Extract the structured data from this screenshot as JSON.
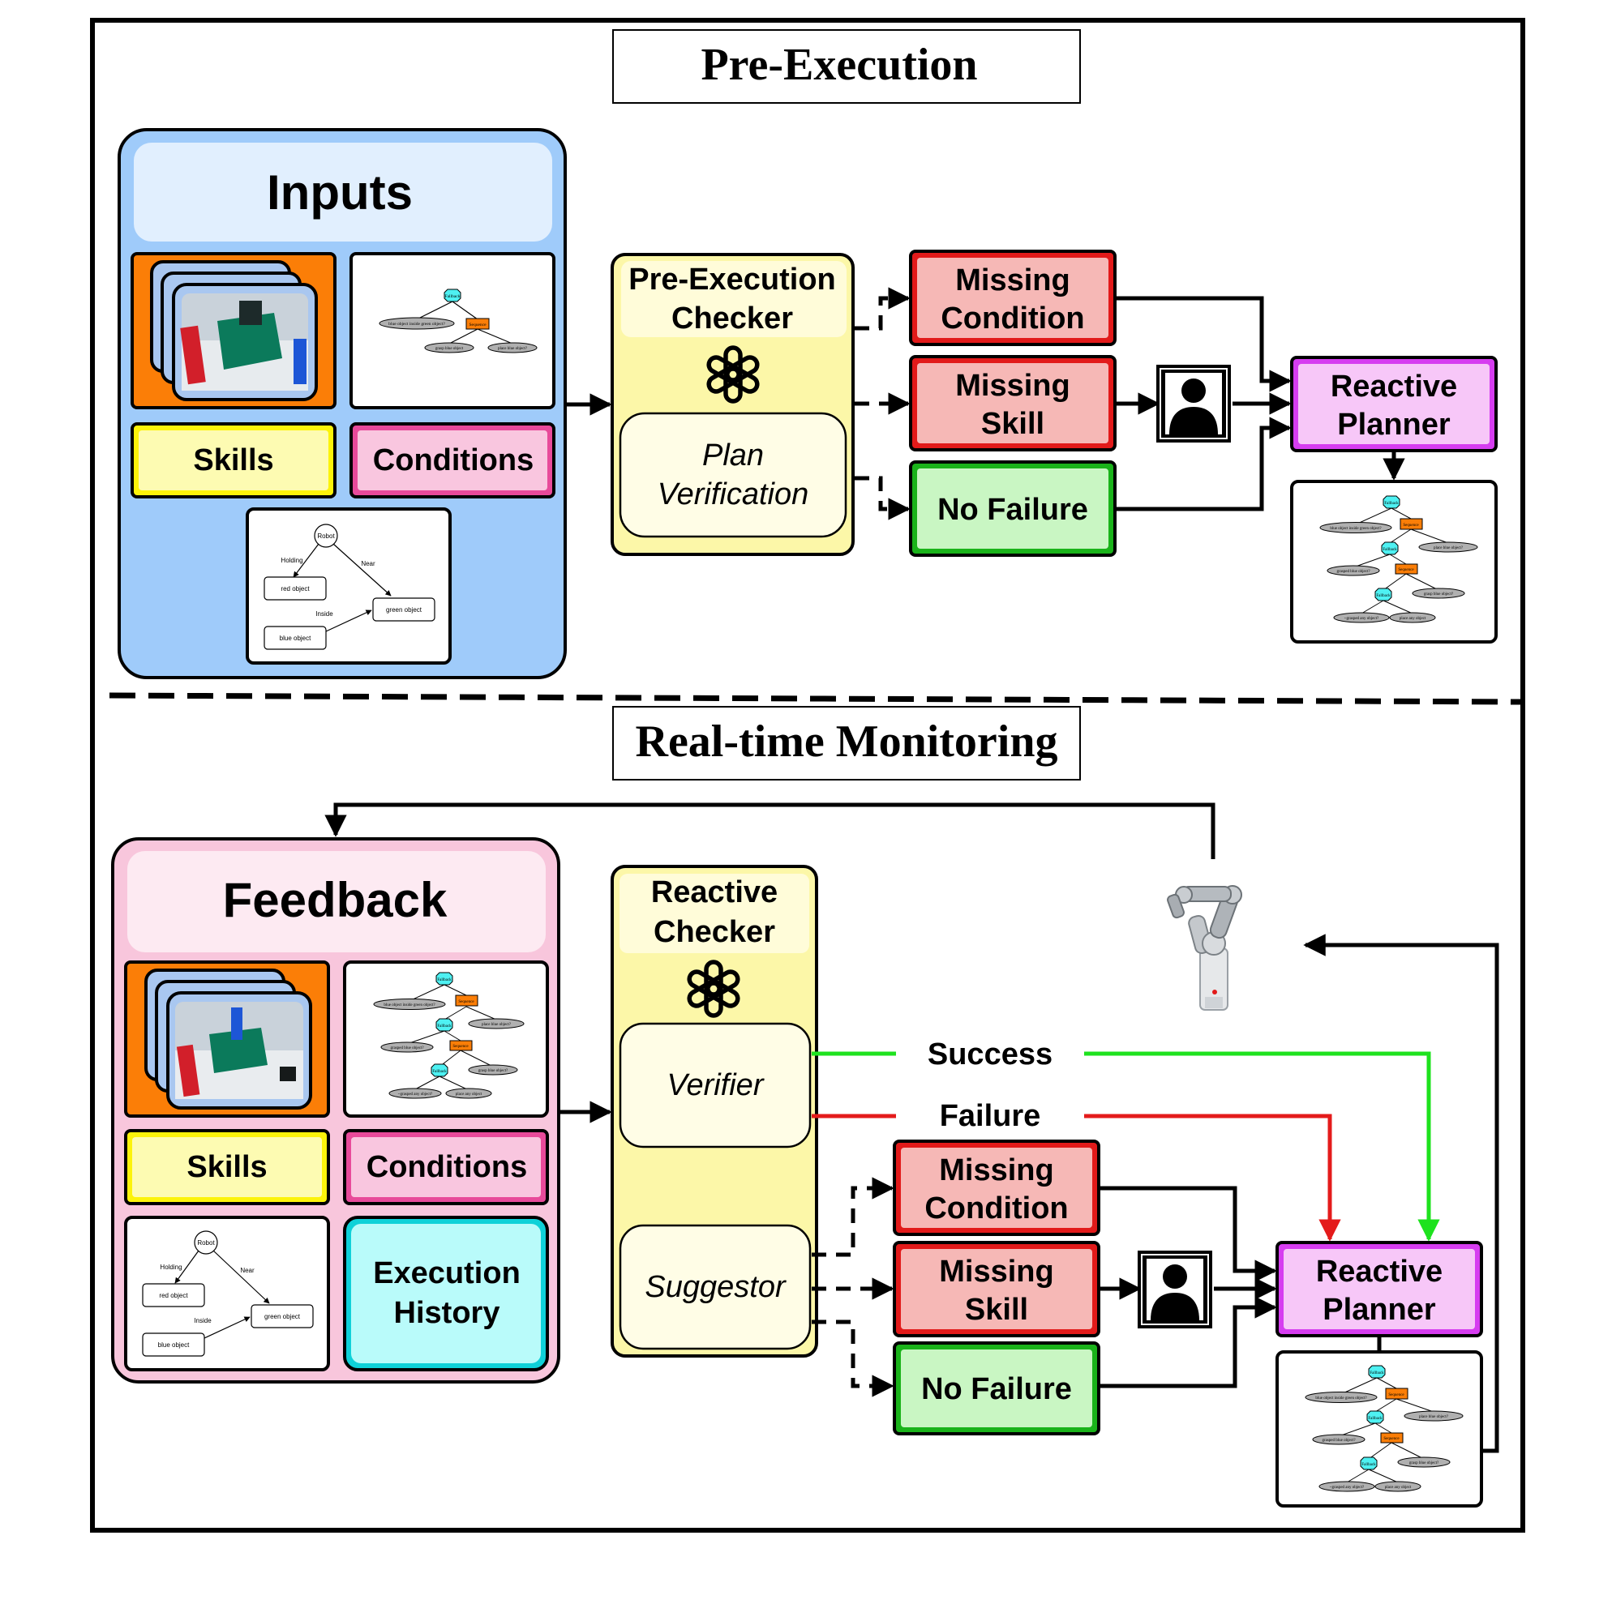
{
  "sections": {
    "pre_execution": "Pre-Execution",
    "realtime": "Real-time Monitoring"
  },
  "inputs": {
    "title": "Inputs",
    "skills": "Skills",
    "conditions": "Conditions"
  },
  "feedback": {
    "title": "Feedback",
    "skills": "Skills",
    "conditions": "Conditions",
    "history_line1": "Execution",
    "history_line2": "History"
  },
  "pre_checker": {
    "title_line1": "Pre-Execution",
    "title_line2": "Checker",
    "sub_line1": "Plan",
    "sub_line2": "Verification"
  },
  "reactive_checker": {
    "title_line1": "Reactive",
    "title_line2": "Checker",
    "verifier": "Verifier",
    "suggestor": "Suggestor"
  },
  "outcomes": {
    "missing": "Missing",
    "condition": "Condition",
    "skill": "Skill",
    "no_failure": "No Failure"
  },
  "planner": {
    "line1": "Reactive",
    "line2": "Planner"
  },
  "edges": {
    "success": "Success",
    "failure": "Failure"
  },
  "behavior_tree": {
    "fallback": "Fallback",
    "sequence": "Sequence",
    "n_blue_inside_green": "blue object inside green object?",
    "n_place_blue": "place blue object?",
    "n_grasp_blue": "grasp blue object",
    "n_grasped_blue": "grasped blue object?",
    "n_grasp_blue2": "grasp blue object?",
    "n_grasped_any": "~grasped any object?",
    "n_place_any": "place any object"
  },
  "scene_graph": {
    "robot": "Robot",
    "holding": "Holding",
    "near": "Near",
    "inside": "Inside",
    "red": "red object",
    "green": "green object",
    "blue": "blue object"
  },
  "colors": {
    "inputs_bg": "#9fcbfa",
    "feedback_bg": "#f8c6dc",
    "checker_bg": "#fcf7a8",
    "missing_bg": "#f6b8b6",
    "missing_border": "#e21a1a",
    "nofail_bg": "#c9f6c3",
    "planner_bg": "#f7c7f8",
    "planner_border": "#d63df0",
    "skills_bg": "#fdfbb2",
    "conditions_bg": "#f9c6df",
    "history_bg": "#b9fbfa",
    "orange": "#fb7e07",
    "success": "#1ee21e",
    "failure": "#e41b1b"
  },
  "icons": [
    "openai-logo-icon",
    "person-icon",
    "robot-arm-icon",
    "camera-stack-icon"
  ]
}
